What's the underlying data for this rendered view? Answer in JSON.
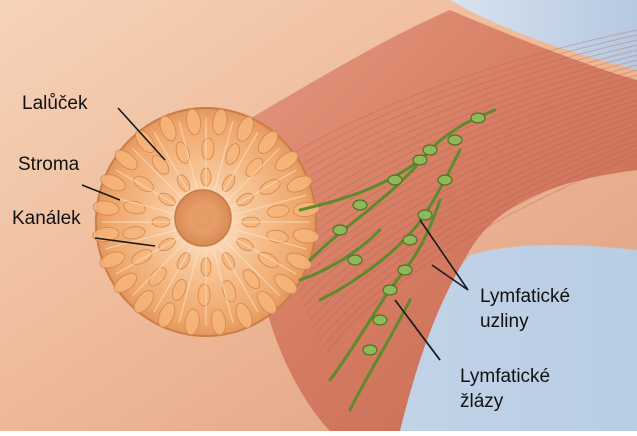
{
  "labels": {
    "lobule": "Lalůček",
    "stroma": "Stroma",
    "duct": "Kanálek",
    "lymph_nodes_line1": "Lymfatické",
    "lymph_nodes_line2": "uzliny",
    "lymph_glands_line1": "Lymfatické",
    "lymph_glands_line2": "žlázy"
  },
  "colors": {
    "background": "#ffffff",
    "sky_blue": "#c6d6e8",
    "skin": "#f2c2a4",
    "muscle": "#d9826a",
    "muscle_fiber": "#c0614c",
    "gland_orange": "#f0a66a",
    "gland_light": "#fbe0c2",
    "lymph_green": "#5e8a2e",
    "lymph_green_light": "#8fb85a",
    "label_text": "#111111"
  }
}
